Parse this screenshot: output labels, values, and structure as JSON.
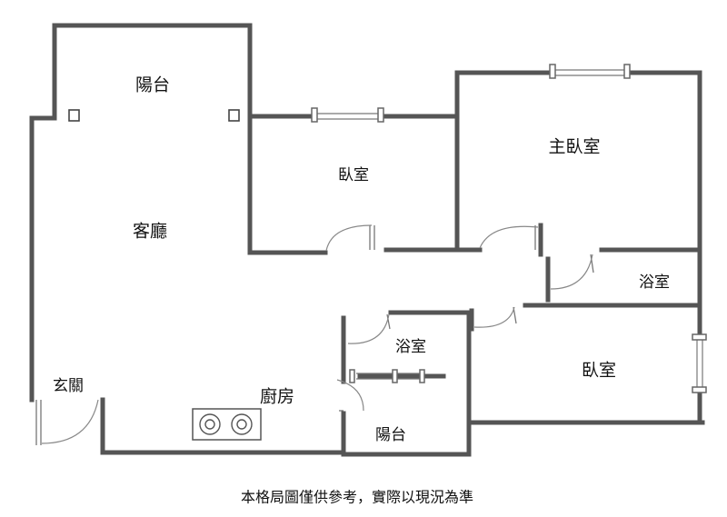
{
  "rooms": {
    "balcony_top": "陽台",
    "living_room": "客廳",
    "bedroom_1": "臥室",
    "master_bedroom": "主臥室",
    "bathroom_1": "浴室",
    "bathroom_2": "浴室",
    "bedroom_2": "臥室",
    "entrance": "玄關",
    "kitchen": "廚房",
    "balcony_bottom": "陽台"
  },
  "caption": "本格局圖僅供參考，實際以現況為準",
  "colors": {
    "wall": "#555555",
    "background": "#ffffff",
    "text": "#111111"
  },
  "icons": [
    "stove-icon",
    "door-swing-icon",
    "window-icon",
    "pillar-icon"
  ]
}
